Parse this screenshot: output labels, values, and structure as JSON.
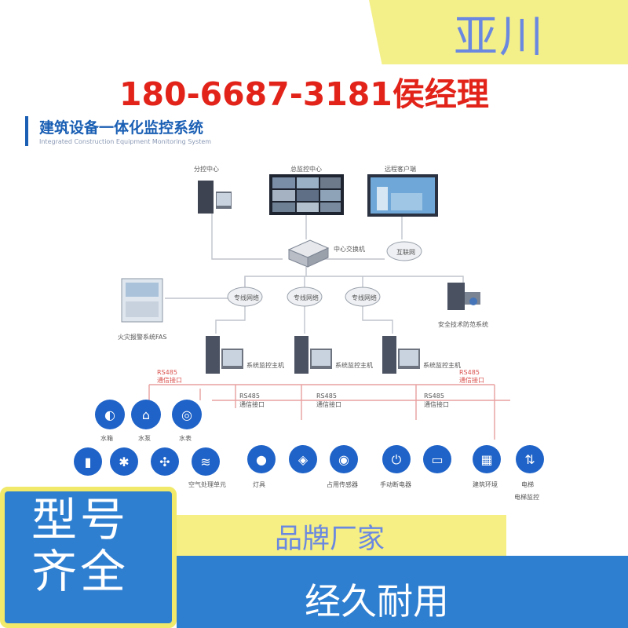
{
  "brand": "亚川",
  "phone": "180-6687-3181侯经理",
  "diagram": {
    "title": "建筑设备一体化监控系统",
    "subtitle": "Integrated Construction Equipment Monitoring System",
    "top_nodes": [
      "分控中心",
      "总监控中心",
      "远程客户端"
    ],
    "core_switch": "中心交换机",
    "cloud_top": "互联网",
    "cloud_nodes": [
      "专线网络",
      "专线网络",
      "专线网络"
    ],
    "fas": "火灾报警系统FAS",
    "security": "安全技术防范系统",
    "hosts": [
      "系统监控主机",
      "系统监控主机",
      "系统监控主机"
    ],
    "rs485_label": "RS485",
    "rs485_sub": "通信接口",
    "device_row1": [
      "水箱",
      "水泵",
      "水表"
    ],
    "device_row2": [
      "空气处理单元"
    ],
    "device_row3": [
      "灯具",
      "",
      "占用传感器",
      "手动断电器",
      "",
      "建筑环境",
      "电梯",
      "电梯监控"
    ]
  },
  "banners": {
    "left_line1": "型号",
    "left_line2": "齐全",
    "middle": "品牌厂家",
    "bottom": "经久耐用"
  },
  "colors": {
    "accent_blue": "#2f7fd1",
    "accent_yellow": "#f6ef83",
    "phone_red": "#e2231a",
    "icon_blue": "#1f63c8"
  }
}
